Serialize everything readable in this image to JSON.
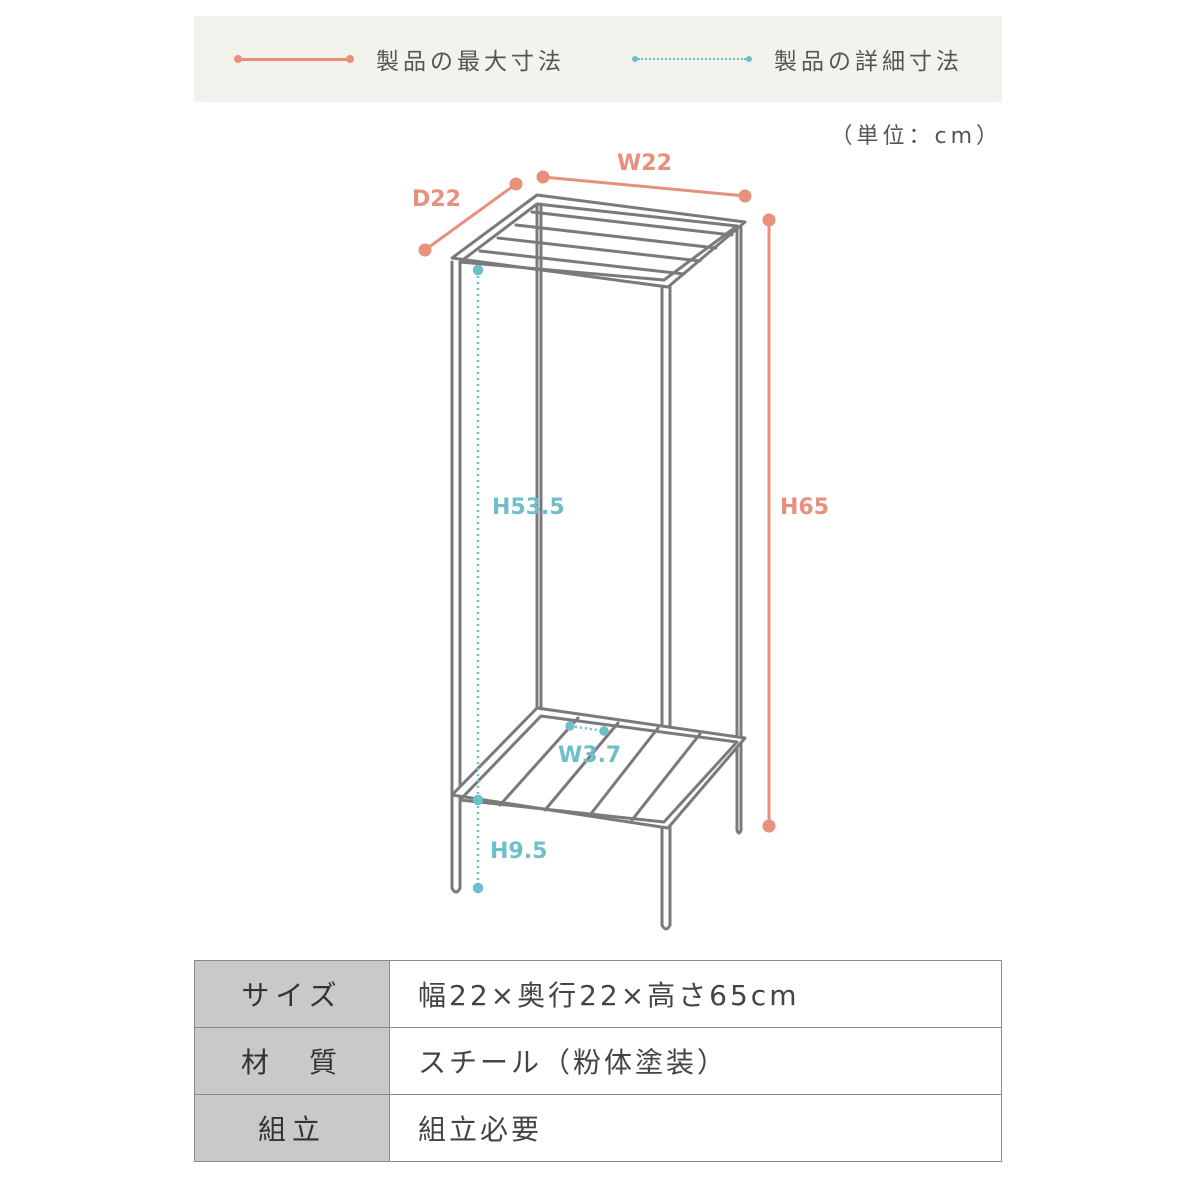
{
  "legend": {
    "max_label": "製品の最大寸法",
    "detail_label": "製品の詳細寸法"
  },
  "unit_note": "（単位：cm）",
  "dimensions": {
    "width": "W22",
    "depth": "D22",
    "height": "H65",
    "inner_height": "H53.5",
    "leg_height": "H9.5",
    "slat_gap": "W3.7"
  },
  "specs": [
    {
      "key": "サイズ",
      "value": "幅22×奥行22×高さ65cm"
    },
    {
      "key": "材　質",
      "value": "スチール（粉体塗装）"
    },
    {
      "key": "組立",
      "value": "組立必要"
    }
  ],
  "colors": {
    "max": "#e8907c",
    "detail": "#6fbfcb",
    "frame": "#7a7a7a"
  }
}
